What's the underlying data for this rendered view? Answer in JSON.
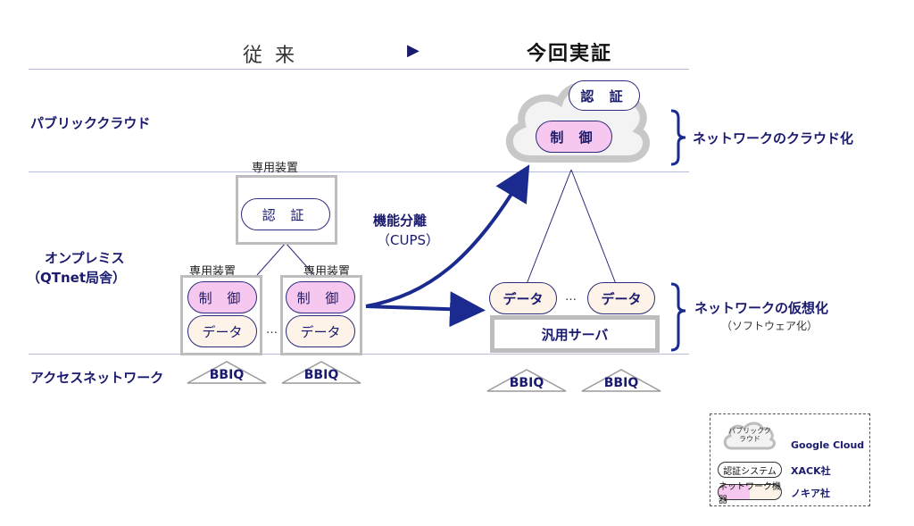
{
  "header": {
    "conventional": "従来",
    "arrow": "▶",
    "new": "今回実証"
  },
  "rows": {
    "public_cloud": "パブリッククラウド",
    "onprem_line1": "オンプレミス",
    "onprem_line2": "（QTnet局舎）",
    "access": "アクセスネットワーク"
  },
  "conventional": {
    "dedicated_top": "専用装置",
    "dedicated_left": "専用装置",
    "dedicated_right": "専用装置",
    "auth": "認 証",
    "ctrl": "制 御",
    "data": "データ",
    "ellipsis": "…"
  },
  "middle": {
    "label": "機能分離",
    "sub": "（CUPS）"
  },
  "new": {
    "auth": "認 証",
    "ctrl": "制 御",
    "data": "データ",
    "ellipsis": "…",
    "server": "汎用サーバ"
  },
  "access_nodes": [
    "BBIQ",
    "BBIQ",
    "BBIQ",
    "BBIQ"
  ],
  "side": {
    "cloudify": "ネットワークのクラウド化",
    "virtualize": "ネットワークの仮想化",
    "virtualize_sub": "（ソフトウェア化）"
  },
  "legend": {
    "cloud_label": "パブリッククラウド",
    "cloud_name": "Google Cloud",
    "auth_label": "認証システム",
    "auth_name": "XACK社",
    "net_label": "ネットワーク機器",
    "net_name": "ノキア社"
  },
  "colors": {
    "navy": "#1a1a6e",
    "ctrl_fill": "#f6c8f0",
    "data_fill": "#fdf3e8",
    "gray_box": "#bdbdbd",
    "line": "#b8bde0"
  }
}
